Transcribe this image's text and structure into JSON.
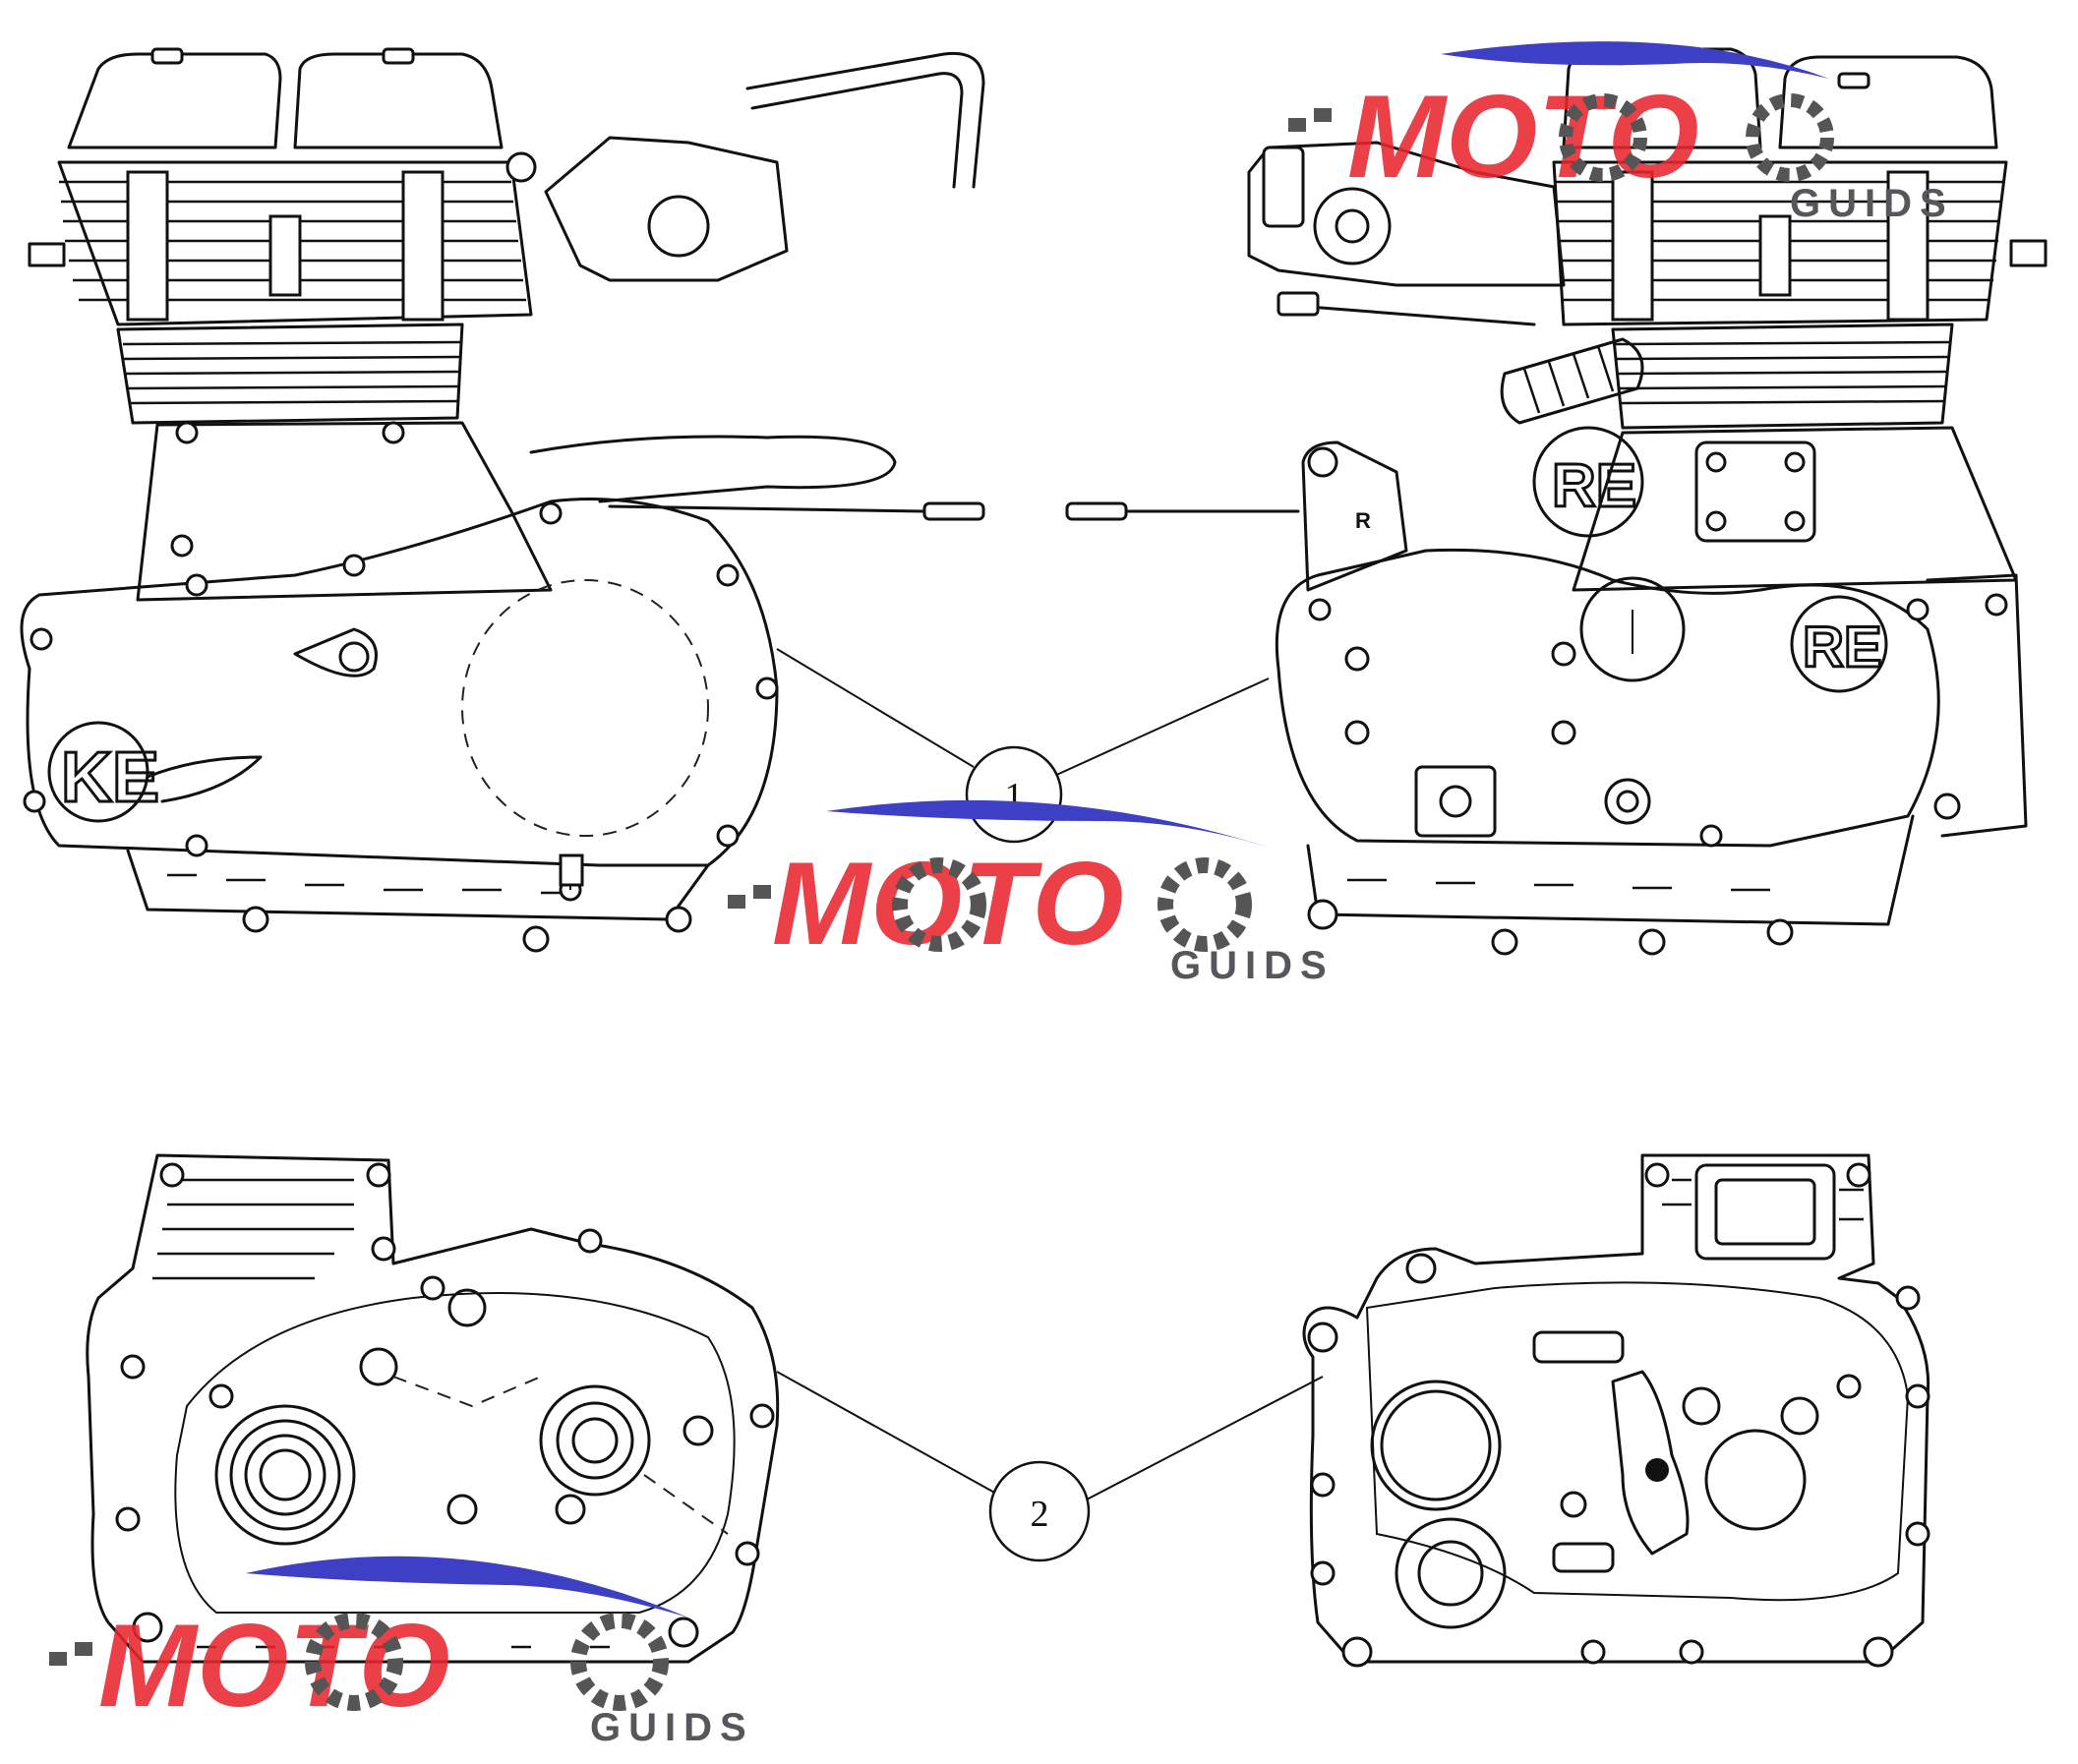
{
  "callouts": [
    {
      "label": "1"
    },
    {
      "label": "2"
    }
  ],
  "watermarks": [
    {
      "brand": "MOTO",
      "sub": "GUIDS"
    },
    {
      "brand": "MOTO",
      "sub": "GUIDS"
    },
    {
      "brand": "MOTO",
      "sub": "GUIDS"
    }
  ],
  "engine_markings": {
    "left_cover_logo": "KE",
    "right_cover_logo": "RE",
    "right_case_mark": "R"
  },
  "colors": {
    "line": "#111111",
    "watermark_red": "#e8262d",
    "watermark_blue": "#3d3fc4",
    "watermark_gray": "#55575a"
  }
}
